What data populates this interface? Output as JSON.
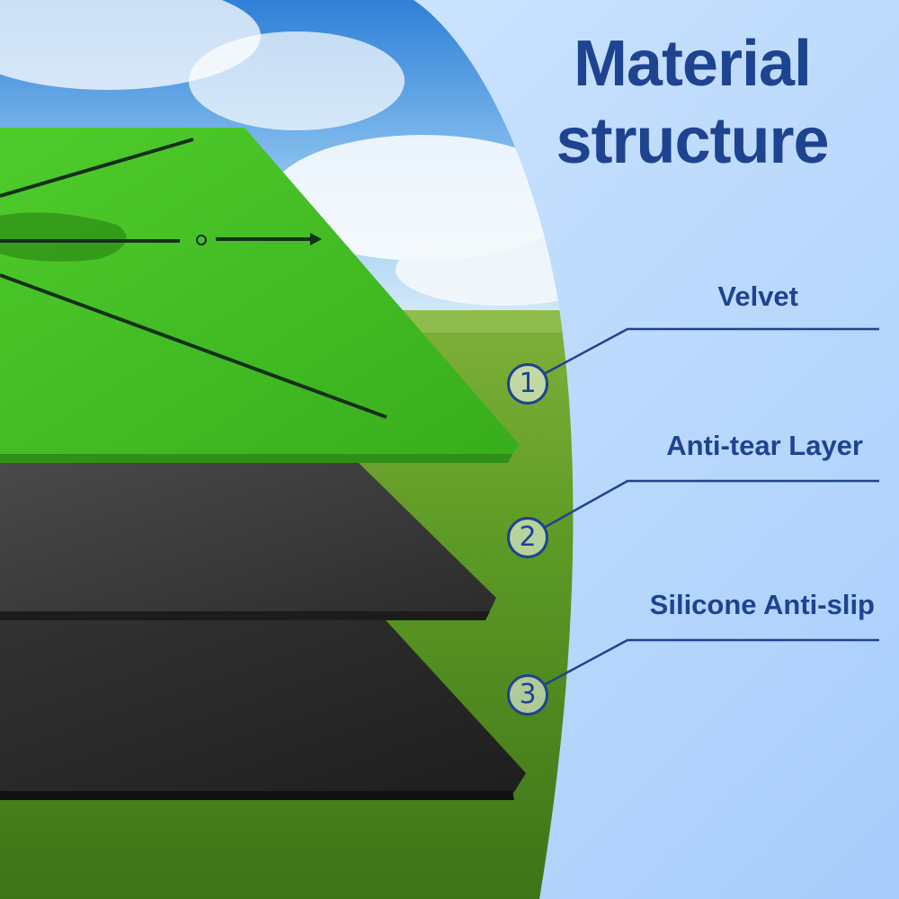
{
  "title": {
    "line1": "Material",
    "line2": "structure"
  },
  "layers": [
    {
      "number": "1",
      "label": "Velvet"
    },
    {
      "number": "2",
      "label": "Anti-tear Layer"
    },
    {
      "number": "3",
      "label": "Silicone Anti-slip"
    }
  ],
  "colors": {
    "accent": "#1e4390",
    "panel": "#bcd9ff",
    "velvet": "#44bf24",
    "rubber": "#3a3a3a"
  }
}
